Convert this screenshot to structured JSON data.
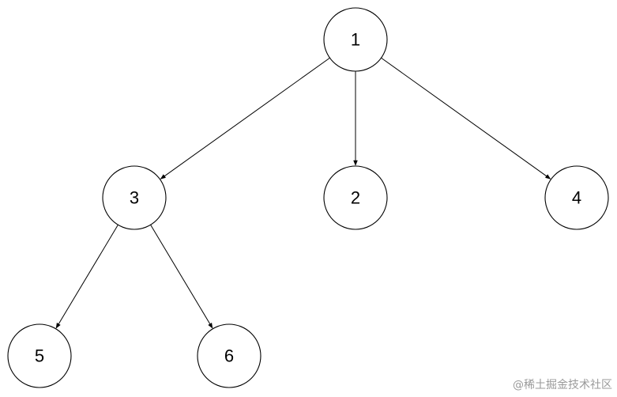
{
  "diagram": {
    "nodes": [
      {
        "id": "n1",
        "label": "1"
      },
      {
        "id": "n3",
        "label": "3"
      },
      {
        "id": "n2",
        "label": "2"
      },
      {
        "id": "n4",
        "label": "4"
      },
      {
        "id": "n5",
        "label": "5"
      },
      {
        "id": "n6",
        "label": "6"
      }
    ],
    "edges": [
      {
        "from": "n1",
        "to": "n3"
      },
      {
        "from": "n1",
        "to": "n2"
      },
      {
        "from": "n1",
        "to": "n4"
      },
      {
        "from": "n3",
        "to": "n5"
      },
      {
        "from": "n3",
        "to": "n6"
      }
    ],
    "colors": {
      "stroke": "#000000",
      "fill": "#ffffff",
      "text": "#000000"
    }
  },
  "watermark": {
    "text": "@稀土掘金技术社区"
  }
}
